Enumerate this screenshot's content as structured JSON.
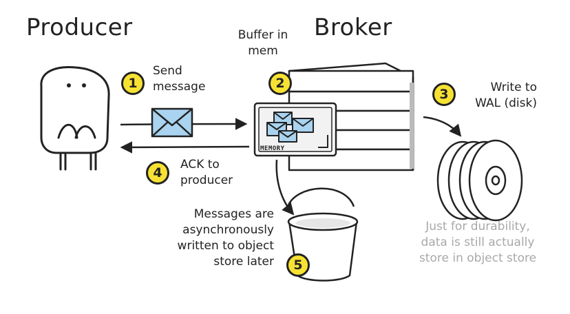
{
  "titles": {
    "producer": "Producer",
    "broker": "Broker"
  },
  "steps": [
    {
      "number": "1",
      "label_lines": [
        "Send",
        "message"
      ]
    },
    {
      "number": "2",
      "label_lines": [
        "Buffer in",
        "mem"
      ]
    },
    {
      "number": "3",
      "label_lines": [
        "Write to",
        "WAL (disk)"
      ]
    },
    {
      "number": "4",
      "label_lines": [
        "ACK to",
        "producer"
      ]
    },
    {
      "number": "5",
      "label_lines": [
        "Messages are",
        "asynchronously",
        "written to object",
        "store later"
      ]
    }
  ],
  "memory_label": "MEMORY",
  "durability_note_lines": [
    "Just for durability,",
    "data is still actually",
    "store in object store"
  ],
  "colors": {
    "badge": "#f7e234",
    "envelope": "#a9d3ef",
    "ink": "#222222",
    "grey_text": "#a8a8a8"
  },
  "icons": [
    "producer-character-icon",
    "envelope-icon",
    "server-stack-icon",
    "memory-board-icon",
    "disk-stack-icon",
    "bucket-icon"
  ]
}
